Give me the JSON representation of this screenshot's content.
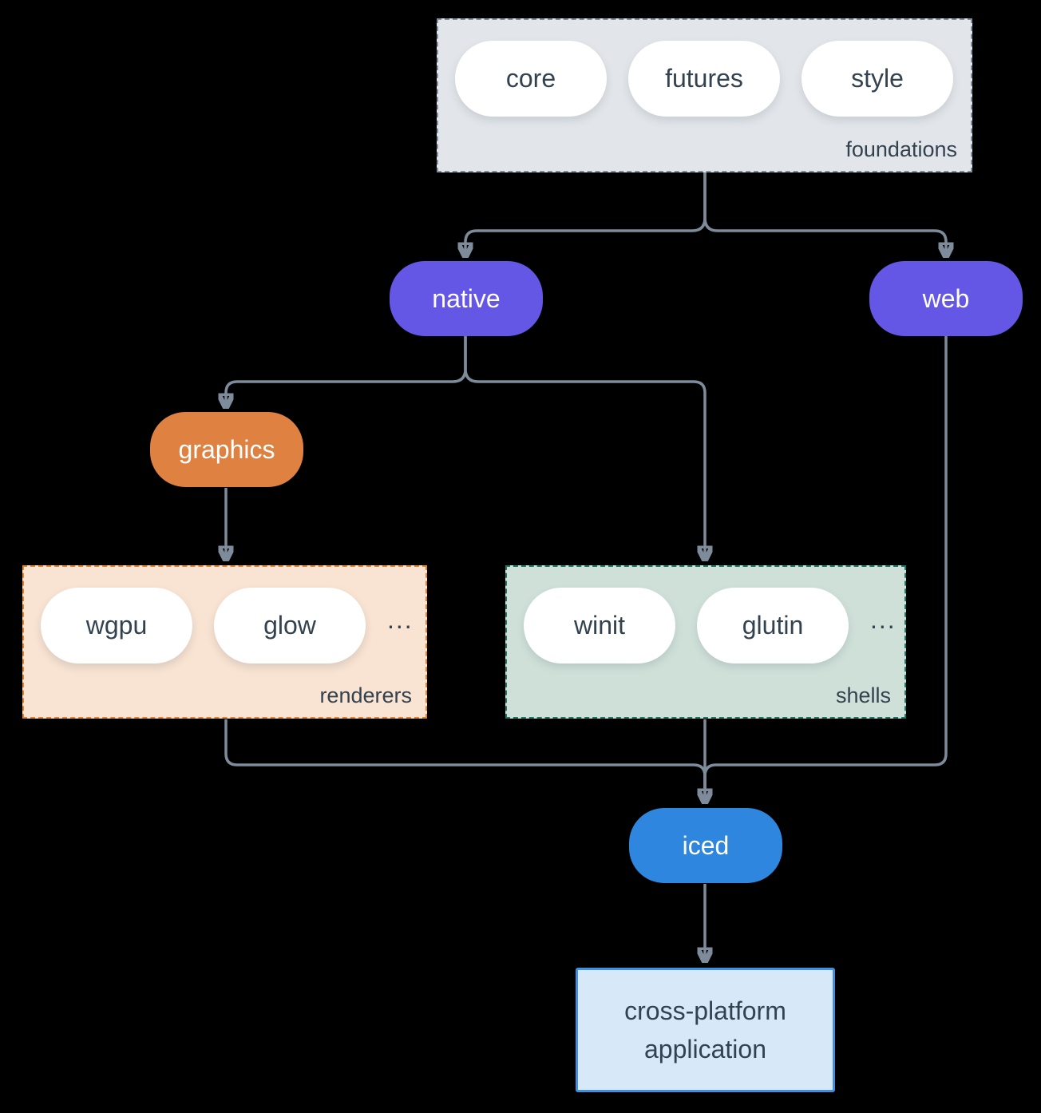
{
  "diagram": {
    "foundations": {
      "label": "foundations",
      "pills": [
        "core",
        "futures",
        "style"
      ]
    },
    "native": "native",
    "web": "web",
    "graphics": "graphics",
    "renderers": {
      "label": "renderers",
      "pills": [
        "wgpu",
        "glow"
      ],
      "more": "..."
    },
    "shells": {
      "label": "shells",
      "pills": [
        "winit",
        "glutin"
      ],
      "more": "..."
    },
    "iced": "iced",
    "application": {
      "line1": "cross-platform",
      "line2": "application"
    }
  },
  "colors": {
    "connector": "#7e8b9b",
    "purple": "#6457e5",
    "orange": "#df8140",
    "blue": "#2e86de",
    "foundations_bg": "#e2e6ea",
    "foundations_border": "#7e8fa0",
    "renderers_bg": "#f9e3d2",
    "renderers_border": "#e8832d",
    "shells_bg": "#cfe0d9",
    "shells_border": "#1e7868",
    "app_bg": "#d7e8f9",
    "app_border": "#4090e2",
    "label_text": "#33424f"
  }
}
